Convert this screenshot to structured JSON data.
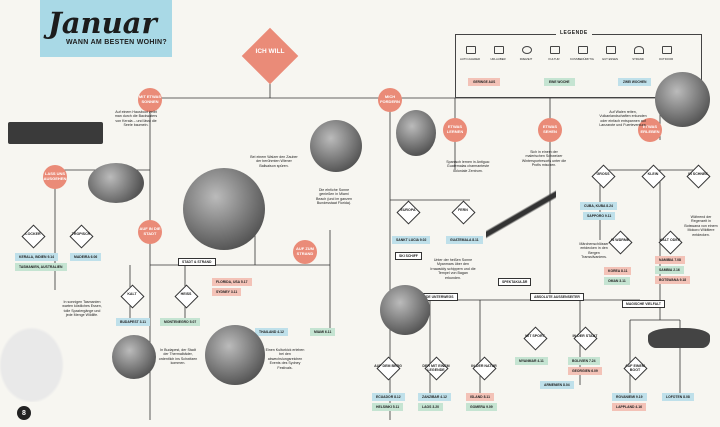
{
  "header": {
    "title": "Januar",
    "subtitle": "WANN AM BESTEN WOHIN?"
  },
  "start": "ICH WILL",
  "page_number": "8",
  "legend": {
    "title": "LEGENDE",
    "icons": [
      "AUTO-FAHRER",
      "URLAUBER",
      "FREIZEIT",
      "KULTUR",
      "KUSSBEDÜRFTIG",
      "GUT ESSEN",
      "STRAND",
      "OUTDOOR"
    ],
    "pills": [
      "GERINGE AUS",
      "EINE WOCHE",
      "ZWEI WOCHEN"
    ]
  },
  "categories": [
    "MIT ETWAS SONNEN",
    "MICH FORDERN",
    "ETWAS LERNEN",
    "ETWAS SEHEN",
    "ETWAS ERLEBEN",
    "AUF IN DIE STADT",
    "LASS UNS AUSGEHEN",
    "AUF ZUM STRAND"
  ],
  "questions": [
    "LOCKER",
    "TROPISCH",
    "KALT",
    "HEISS",
    "EUROPA",
    "FERN",
    "GROSS",
    "KLEIN",
    "IN SCHNEE",
    "IN WÄRME",
    "KALT ODER",
    "AUF DEM BERG",
    "DER MIT EINEM LEGENDE",
    "IN DER NATUR",
    "MIT SPORT",
    "IN DER STADT",
    "AUF EINEM BOOT"
  ],
  "boxes": [
    "STADT & STRAND",
    "SKI SCHIFF",
    "PLANENDE UNTERWEGS",
    "ABSOLUTE AUSSENSEITER",
    "MAGISCHE VIELFALT",
    "SPEKTAKULÄR"
  ],
  "destinations": {
    "blue": [
      "KERALA, INDIEN 9.14",
      "MADEIRA 6.06",
      "SANKT LUCIA 9.02",
      "BUDAPEST 3.11",
      "THAILAND 4.12",
      "GUATEMALA 8.11",
      "CUBA, KUBA 8.24",
      "SAPPORO 9.11",
      "ECUADOR 8.12",
      "ZANZIBAR 4.12",
      "ARMENIEN 8.04",
      "ROVANIEMI 9.19",
      "LOFOTEN 8.08"
    ],
    "green": [
      "TASMANIEN, AUSTRALIEN",
      "MONTENEGRO 5.07",
      "MIAMI 6.11",
      "HELSINKI 5.11",
      "LAOS 3.20",
      "GOMERA 9.09",
      "MYANMAR 4.11",
      "BOLIVIEN 7.24",
      "OMAN 3.11",
      "SAMBIA 2.16"
    ],
    "salmon": [
      "FLORIDA, USA 5.17",
      "SYDNEY 3.11",
      "GEORGIEN 6.09",
      "KOREA 8.11",
      "NAMIBIA 7.08",
      "ISLAND 8.11",
      "BOTSWANA 9.18",
      "LAPPLAND 4.16"
    ]
  },
  "notes": [
    "Auf einem Hausboot treibt man durch die Backwaters von Kerala – und lässt die Seele baumeln.",
    "Bei einem Walzer den Zauber der berühmten Wiener Ballsaison spüren.",
    "Die ehrliche Sonne genießen in Miami Beach (und im ganzen Bundesstaat Florida).",
    "Spanisch lernen in Antigua: Guatemalas charmanteste koloniale Zentrum.",
    "Sich in einem der malerischen Schweizer Wintersportresorts unter die Profis mischen.",
    "Auf Walen reiten, Vulkanlandschaften erkunden oder einfach entspannen auf Lanzarote und Fuerteventura.",
    "In sonnigen Tasmanien warten köstliches Essen, tolle Spaziergänge und jede Menge Wildlife.",
    "In Budapest, der Stadt der Thermalbäder, ordentlich ins Schwitzen kommen.",
    "Einen Kulturkick erleben bei den abwechslungsreichen Events des Sydney Festivals.",
    "Unter der heißen Sonne Myanmars über den Irrawaddy schippern und die Tempel von Bagan erkunden.",
    "Während der Regenzeit in Botswana von einem Mokoro Wildtiere entdecken.",
    "Märchenschlösser entdecken in den Bergen Transsilvaniens."
  ],
  "colors": {
    "salmon": "#ea8b78",
    "blue": "#bfe0ea",
    "green": "#c5e4d2",
    "pink": "#f3c2b7",
    "title_bg": "#a9d9e6"
  }
}
